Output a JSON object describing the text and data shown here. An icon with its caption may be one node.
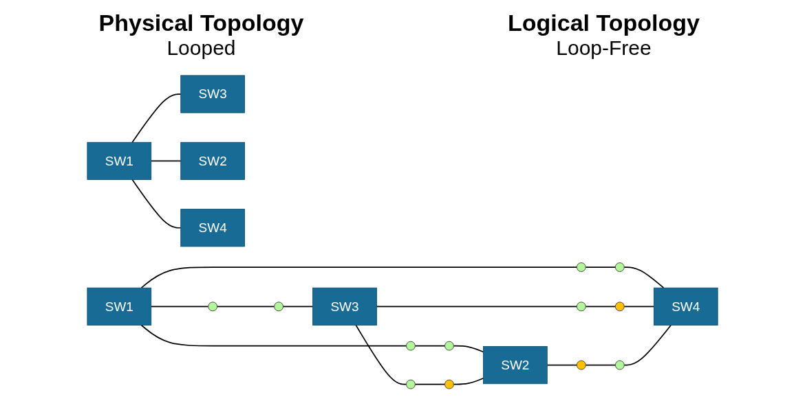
{
  "diagram": {
    "nodes": [
      {
        "text": [
          "SW1"
        ]
      },
      {
        "text": [
          "SW3"
        ]
      },
      {
        "text": [
          "SW2"
        ]
      },
      {
        "text": [
          "SW4"
        ]
      },
      {
        "text": [
          "SW1"
        ]
      },
      {
        "text": [
          "SW3"
        ]
      },
      {
        "text": [
          "SW2"
        ]
      },
      {
        "text": [
          "SW4"
        ]
      },
      {
        "text": [],
        "shape": "circle"
      },
      {
        "text": [],
        "shape": "circle"
      },
      {
        "text": [],
        "shape": "circle"
      },
      {
        "text": [],
        "shape": "circle"
      },
      {
        "text": [],
        "shape": "circle"
      },
      {
        "text": [],
        "shape": "circle"
      },
      {
        "text": [],
        "shape": "circle"
      },
      {
        "text": [],
        "shape": "circle"
      },
      {
        "text": [],
        "shape": "circle"
      },
      {
        "text": [],
        "shape": "circle"
      },
      {
        "text": [],
        "shape": "circle"
      },
      {
        "text": [],
        "shape": "circle"
      }
    ],
    "edges": [
      {
        "from": 0,
        "to": 8,
        "arrow": "none"
      },
      {
        "from": 8,
        "to": 9,
        "arrow": "none"
      },
      {
        "from": 9,
        "to": 1,
        "arrow": "none"
      },
      {
        "from": 0,
        "to": 10,
        "arrow": "none"
      },
      {
        "from": 10,
        "to": 11,
        "arrow": "none"
      },
      {
        "from": 11,
        "to": 2,
        "arrow": "none"
      },
      {
        "from": 0,
        "to": 12,
        "arrow": "none"
      },
      {
        "from": 12,
        "to": 13,
        "arrow": "none"
      },
      {
        "from": 13,
        "to": 3,
        "arrow": "none"
      },
      {
        "from": 1,
        "to": 14,
        "arrow": "none"
      },
      {
        "from": 14,
        "to": 15,
        "arrow": "none"
      },
      {
        "from": 15,
        "to": 2,
        "arrow": "none"
      },
      {
        "from": 1,
        "to": 16,
        "arrow": "none"
      },
      {
        "from": 16,
        "to": 17,
        "arrow": "none"
      },
      {
        "from": 17,
        "to": 3,
        "arrow": "none"
      },
      {
        "from": 2,
        "to": 18,
        "arrow": "none"
      },
      {
        "from": 18,
        "to": 19,
        "arrow": "none"
      },
      {
        "from": 19,
        "to": 3,
        "arrow": "none"
      },
      {
        "from": 4,
        "to": 5,
        "arrow": "none"
      },
      {
        "from": 4,
        "to": 6,
        "arrow": "none"
      },
      {
        "from": 4,
        "to": 7,
        "arrow": "none"
      }
    ],
    "labels": [
      "Physical Topology",
      "Looped",
      "Logical Topology",
      "Loop-Free"
    ]
  }
}
